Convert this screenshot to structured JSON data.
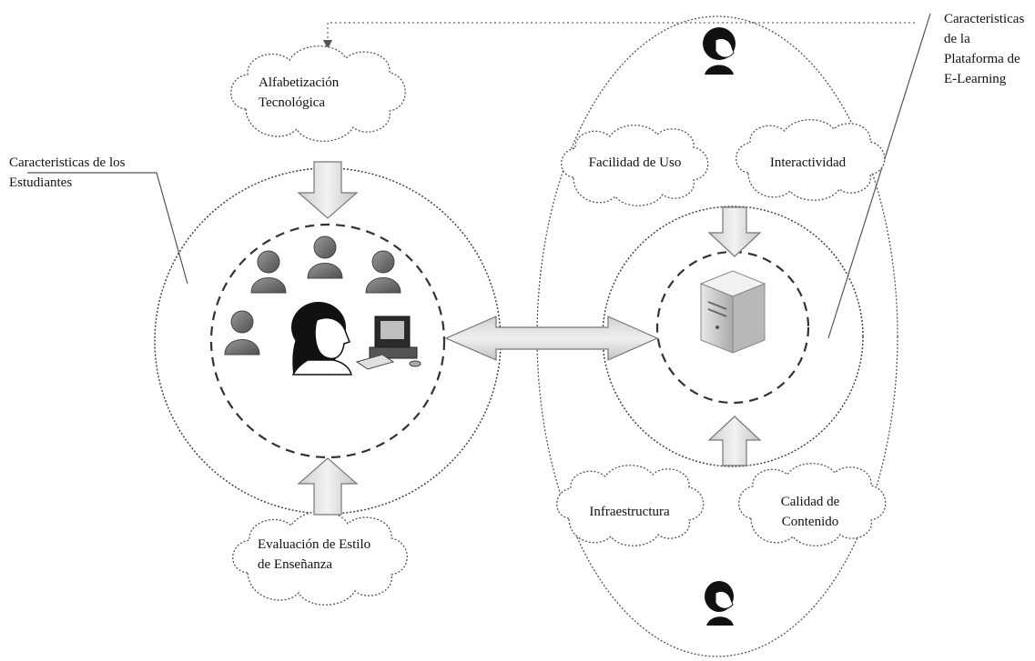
{
  "left_group": {
    "annotation": "Caracteristicas de los Estudiantes",
    "top_cloud": "Alfabetización Tecnológica",
    "bottom_cloud": "Evaluación de Estilo de Enseñanza"
  },
  "right_group": {
    "annotation": "Caracteristicas de la Plataforma de E-Learning",
    "cloud_ease_of_use": "Facilidad de Uso",
    "cloud_interactivity": "Interactividad",
    "cloud_infrastructure": "Infraestructura",
    "cloud_content_quality": "Calidad de Contenido"
  },
  "icons": {
    "students": "person-group-icon",
    "teacher": "teacher-icon",
    "computer": "computer-icon",
    "server": "server-icon",
    "top_person": "person-icon",
    "bottom_person": "person-icon"
  },
  "colors": {
    "stroke": "#333333",
    "arrow_fill": "#d8d8d8",
    "arrow_stroke": "#777777",
    "person_fill": "#7a7a7a"
  }
}
